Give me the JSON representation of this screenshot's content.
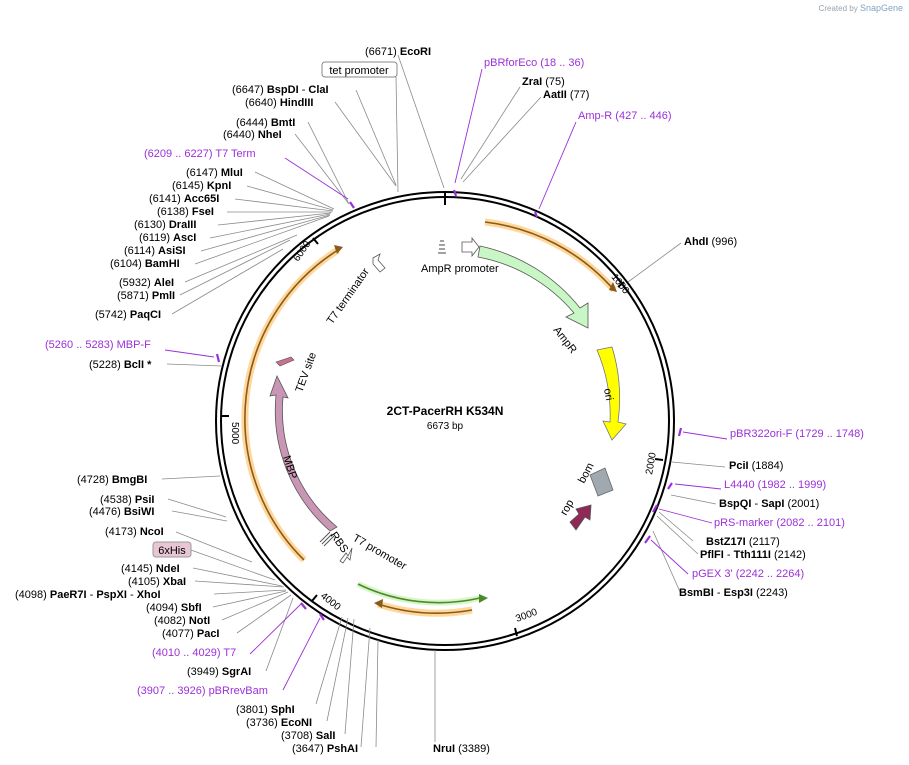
{
  "credit": {
    "prefix": "Created by",
    "brand": "SnapGene"
  },
  "plasmid": {
    "name": "2CT-PacerRH K534N",
    "length_label": "6673 bp"
  },
  "ticks": [
    {
      "label": "1000"
    },
    {
      "label": "2000"
    },
    {
      "label": "3000"
    },
    {
      "label": "4000"
    },
    {
      "label": "5000"
    },
    {
      "label": "6000"
    }
  ],
  "sites": [
    {
      "pos": "(6671)",
      "name": "EcoRI"
    },
    {
      "pos": "(6647)",
      "name": "BspDI",
      "name2": "ClaI"
    },
    {
      "pos": "(6640)",
      "name": "HindIII"
    },
    {
      "pos": "(6444)",
      "name": "BmtI"
    },
    {
      "pos": "(6440)",
      "name": "NheI"
    },
    {
      "pos": "(6147)",
      "name": "MluI"
    },
    {
      "pos": "(6145)",
      "name": "KpnI"
    },
    {
      "pos": "(6141)",
      "name": "Acc65I"
    },
    {
      "pos": "(6138)",
      "name": "FseI"
    },
    {
      "pos": "(6130)",
      "name": "DraIII"
    },
    {
      "pos": "(6119)",
      "name": "AscI"
    },
    {
      "pos": "(6114)",
      "name": "AsiSI"
    },
    {
      "pos": "(6104)",
      "name": "BamHI"
    },
    {
      "pos": "(5932)",
      "name": "AleI"
    },
    {
      "pos": "(5871)",
      "name": "PmlI"
    },
    {
      "pos": "(5742)",
      "name": "PaqCI"
    },
    {
      "pos": "(5228)",
      "name": "BclI *"
    },
    {
      "pos": "(4728)",
      "name": "BmgBI"
    },
    {
      "pos": "(4538)",
      "name": "PsiI"
    },
    {
      "pos": "(4476)",
      "name": "BsiWI"
    },
    {
      "pos": "(4173)",
      "name": "NcoI"
    },
    {
      "pos": "(4145)",
      "name": "NdeI"
    },
    {
      "pos": "(4105)",
      "name": "XbaI"
    },
    {
      "pos": "(4098)",
      "name": "PaeR7I",
      "name2": "PspXI",
      "name3": "XhoI"
    },
    {
      "pos": "(4094)",
      "name": "SbfI"
    },
    {
      "pos": "(4082)",
      "name": "NotI"
    },
    {
      "pos": "(4077)",
      "name": "PacI"
    },
    {
      "pos": "(3949)",
      "name": "SgrAI"
    },
    {
      "pos": "(3801)",
      "name": "SphI"
    },
    {
      "pos": "(3736)",
      "name": "EcoNI"
    },
    {
      "pos": "(3708)",
      "name": "SalI"
    },
    {
      "pos": "(3647)",
      "name": "PshAI"
    },
    {
      "pos": "(3389)",
      "name": "NruI"
    },
    {
      "pos": "(75)",
      "name": "ZraI"
    },
    {
      "pos": "(77)",
      "name": "AatII"
    },
    {
      "pos": "(996)",
      "name": "AhdI"
    },
    {
      "pos": "(1884)",
      "name": "PciI"
    },
    {
      "pos": "(2001)",
      "name": "BspQI",
      "name2": "SapI"
    },
    {
      "pos": "(2117)",
      "name": "BstZ17I"
    },
    {
      "pos": "(2142)",
      "name": "PflFI",
      "name2": "Tth111I"
    },
    {
      "pos": "(2243)",
      "name": "BsmBI",
      "name2": "Esp3I"
    }
  ],
  "primers": [
    {
      "name": "pBRforEco",
      "range": "(18 .. 36)"
    },
    {
      "name": "Amp-R",
      "range": "(427 .. 446)"
    },
    {
      "name": "T7 Term",
      "range": "(6209 .. 6227)"
    },
    {
      "name": "MBP-F",
      "range": "(5260 .. 5283)"
    },
    {
      "name": "pBR322ori-F",
      "range": "(1729 .. 1748)"
    },
    {
      "name": "L4440",
      "range": "(1982 .. 1999)"
    },
    {
      "name": "pRS-marker",
      "range": "(2082 .. 2101)"
    },
    {
      "name": "pGEX 3'",
      "range": "(2242 .. 2264)"
    },
    {
      "name": "T7",
      "range": "(4010 .. 4029)"
    },
    {
      "name": "pBRrevBam",
      "range": "(3907 .. 3926)"
    }
  ],
  "boxed": {
    "tet_promoter": "tet promoter",
    "his_tag": "6xHis"
  },
  "features": {
    "ampr_promoter": "AmpR promoter",
    "ampr": "AmpR",
    "ori": "ori",
    "bom": "bom",
    "rop": "rop",
    "t7_promoter": "T7 promoter",
    "rbs": "RBS",
    "mbp": "MBP",
    "tev": "TEV site",
    "t7_terminator": "T7 terminator"
  },
  "colors": {
    "primer": "#9b30d9",
    "ampr": "#c8f7c5",
    "ori": "#ffff00",
    "bom": "#a0a8b0",
    "rop": "#8e2a55",
    "mbp": "#c997b5",
    "orf_fill": "#ffd79a",
    "orf_edge": "#8a5a1a",
    "t7prom_fill": "#d8f5c8",
    "t7prom_edge": "#4a8a2a"
  }
}
